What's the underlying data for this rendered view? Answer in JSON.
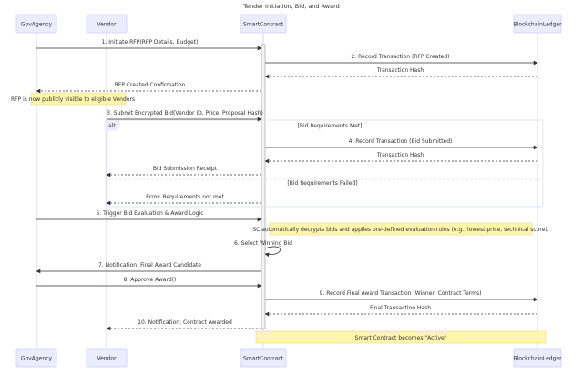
{
  "title": "Tender Initiation, Bid, and Award",
  "participants": [
    {
      "id": "gov",
      "label": "GovAgency"
    },
    {
      "id": "vendor",
      "label": "Vendor"
    },
    {
      "id": "sc",
      "label": "SmartContract"
    },
    {
      "id": "bc",
      "label": "BlockchainLedger"
    }
  ],
  "messages": [
    {
      "id": "m1",
      "from": "gov",
      "to": "sc",
      "label": "1. Initiate RFP(RFP Details, Budget)",
      "style": "solid"
    },
    {
      "id": "m2",
      "from": "sc",
      "to": "bc",
      "label": "2. Record Transaction (RFP Created)",
      "style": "solid"
    },
    {
      "id": "m3",
      "from": "bc",
      "to": "sc",
      "label": "Transaction Hash",
      "style": "dotted"
    },
    {
      "id": "m4",
      "from": "sc",
      "to": "gov",
      "label": "RFP Created Confirmation",
      "style": "dotted"
    },
    {
      "id": "m5",
      "from": "vendor",
      "to": "sc",
      "label": "3. Submit Encrypted Bid(Vendor ID, Price, Proposal Hash)",
      "style": "solid"
    },
    {
      "id": "m6",
      "from": "sc",
      "to": "bc",
      "label": "4. Record Transaction (Bid Submitted)",
      "style": "solid"
    },
    {
      "id": "m7",
      "from": "bc",
      "to": "sc",
      "label": "Transaction Hash",
      "style": "dotted"
    },
    {
      "id": "m8",
      "from": "sc",
      "to": "vendor",
      "label": "Bid Submission Receipt",
      "style": "dotted"
    },
    {
      "id": "m9",
      "from": "sc",
      "to": "vendor",
      "label": "Error: Requirements not met",
      "style": "dotted"
    },
    {
      "id": "m10",
      "from": "gov",
      "to": "sc",
      "label": "5. Trigger Bid Evaluation & Award Logic",
      "style": "solid"
    },
    {
      "id": "m11",
      "from": "sc",
      "to": "sc",
      "label": "6. Select Winning Bid",
      "style": "self"
    },
    {
      "id": "m12",
      "from": "sc",
      "to": "gov",
      "label": "7. Notification: Final Award Candidate",
      "style": "solid"
    },
    {
      "id": "m13",
      "from": "gov",
      "to": "sc",
      "label": "8. Approve Award()",
      "style": "solid"
    },
    {
      "id": "m14",
      "from": "sc",
      "to": "bc",
      "label": "9. Record Final Award Transaction (Winner, Contract Terms)",
      "style": "solid"
    },
    {
      "id": "m15",
      "from": "bc",
      "to": "sc",
      "label": "Final Transaction Hash",
      "style": "dotted"
    },
    {
      "id": "m16",
      "from": "sc",
      "to": "vendor",
      "label": "10. Notification: Contract Awarded",
      "style": "dotted"
    }
  ],
  "notes": [
    {
      "id": "n1",
      "text": "RFP is now publicly visible to eligible Vendors"
    },
    {
      "id": "n2",
      "text": "SC automatically decrypts bids and applies pre-defined evaluation rules (e.g., lowest price, technical score)."
    },
    {
      "id": "n3",
      "text": "Smart Contract becomes \"Active\""
    }
  ],
  "alt_block": {
    "keyword": "alt",
    "condition_1": "[Bid Requirements Met]",
    "condition_2": "[Bid Requirements Failed]"
  },
  "colors": {
    "participant_fill": "#ECECFF",
    "participant_border": "#CCCCFF",
    "lifeline": "#CCCCFF",
    "arrow": "#333333",
    "note_fill": "#FFF5AD",
    "note_border": "#E6DC8C",
    "alt_border": "#E0E0F0",
    "text": "#333333"
  }
}
